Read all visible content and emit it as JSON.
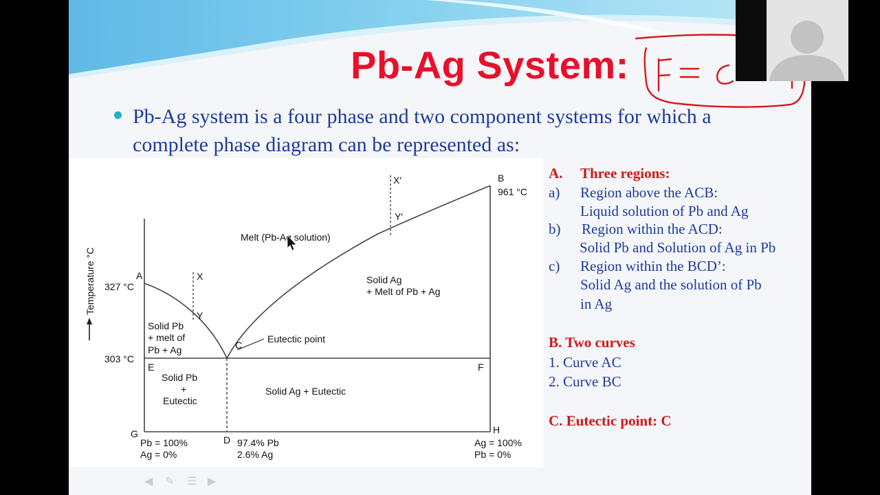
{
  "slide": {
    "title": "Pb-Ag System:",
    "bullet": "Pb-Ag system is a four phase and two component systems for which a complete phase diagram can be represented as:"
  },
  "diagram": {
    "y_axis_label": "Temperature °C",
    "points": {
      "A": "A",
      "B": "B",
      "C": "C",
      "D": "D",
      "E": "E",
      "F": "F",
      "G": "G",
      "H": "H",
      "X": "X",
      "Y": "Y",
      "Xp": "X′",
      "Yp": "Y′"
    },
    "temps": {
      "t327": "327 °C",
      "t303": "303 °C",
      "t961": "961 °C"
    },
    "regions": {
      "melt": "Melt (Pb-Ag solution)",
      "solid_ag_melt_1": "Solid Ag",
      "solid_ag_melt_2": "+ Melt of Pb + Ag",
      "solid_pb_melt_1": "Solid Pb",
      "solid_pb_melt_2": "+ melt of",
      "solid_pb_melt_3": "Pb + Ag",
      "eutectic_point": "Eutectic point",
      "solid_pb_eut_1": "Solid Pb",
      "solid_pb_eut_2": "+",
      "solid_pb_eut_3": "Eutectic",
      "solid_ag_eut": "Solid Ag + Eutectic"
    },
    "compositions": {
      "g1": "Pb = 100%",
      "g2": "Ag = 0%",
      "d1": "97.4% Pb",
      "d2": "2.6% Ag",
      "h1": "Ag = 100%",
      "h2": "Pb = 0%"
    }
  },
  "notes": {
    "a_head_marker": "A.",
    "a_head": "Three regions:",
    "a_marker": "a)",
    "a_line1": "Region above the ACB:",
    "a_line2": "Liquid solution of Pb and Ag",
    "b_marker": "b)",
    "b_line1": "Region within the ACD:",
    "b_line2": "Solid Pb and Solution of Ag in Pb",
    "c_marker": "c)",
    "c_line1": "Region within the BCD’:",
    "c_line2": "Solid  Ag and the solution of Pb",
    "c_line3": "in Ag",
    "b_head": "B. Two curves",
    "curve1": "1. Curve AC",
    "curve2": "2. Curve BC",
    "c_head": "C. Eutectic point: C"
  },
  "colors": {
    "title": "#e8102a",
    "body_text": "#1d3aa0",
    "note_heading": "#d01818",
    "bullet": "#1fb3c4"
  },
  "icons": [
    "mouse-cursor-icon",
    "user-avatar-icon",
    "slideshow-prev-icon",
    "slideshow-pen-icon",
    "slideshow-menu-icon",
    "slideshow-next-icon"
  ]
}
